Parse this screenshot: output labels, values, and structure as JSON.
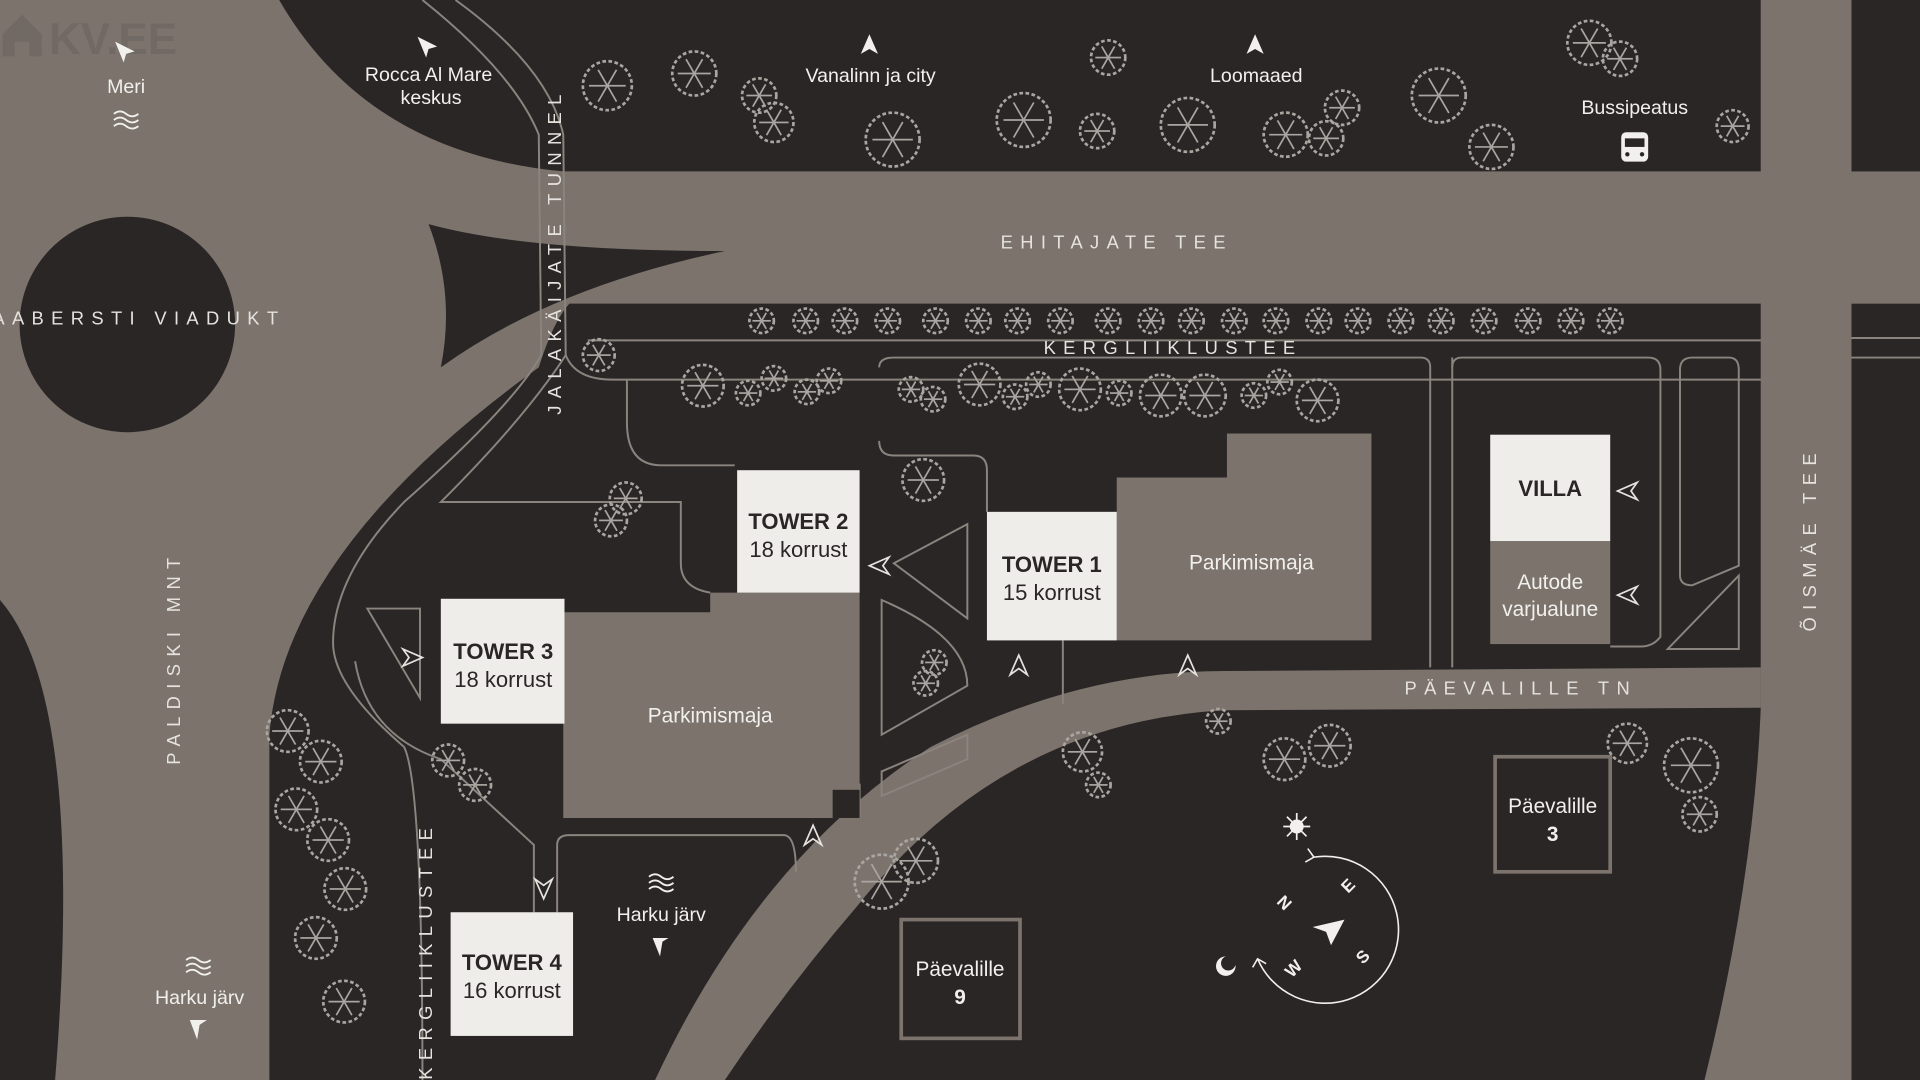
{
  "logo": {
    "text": "KV.EE"
  },
  "colors": {
    "background": "#2a2626",
    "road": "#7b736c",
    "building": "#efedea",
    "tree": "#aaa5a0",
    "text": "#f2f0ed"
  },
  "streets": {
    "haabersti": "HAABERSTI VIADUKT",
    "ehitajate": "EHITAJATE TEE",
    "kergliiklustee_top": "KERGLIIKLUSTEE",
    "kergliiklustee_left": "KERGLIIKLUSTEE",
    "jalakaijate": "JALAKÄIJATE TUNNEL",
    "paldiski": "PALDISKI MNT",
    "paevalille": "PÄEVALILLE TN",
    "oismae": "ÕISMÄE TEE"
  },
  "destinations": {
    "meri": "Meri",
    "rocca_1": "Rocca Al Mare",
    "rocca_2": "keskus",
    "vanalinn": "Vanalinn ja city",
    "loomaaed": "Loomaaed",
    "bussipeatus": "Bussipeatus",
    "harku_1": "Harku järv",
    "harku_2": "Harku järv"
  },
  "buildings": {
    "tower1": {
      "name": "TOWER 1",
      "floors": "15 korrust"
    },
    "tower2": {
      "name": "TOWER 2",
      "floors": "18 korrust"
    },
    "tower3": {
      "name": "TOWER 3",
      "floors": "18 korrust"
    },
    "tower4": {
      "name": "TOWER 4",
      "floors": "16 korrust"
    },
    "parking1": "Parkimismaja",
    "parking2": "Parkimismaja",
    "villa": "VILLA",
    "carport_1": "Autode",
    "carport_2": "varjualune",
    "paevalille3": {
      "name": "Päevalille",
      "number": "3"
    },
    "paevalille9": {
      "name": "Päevalille",
      "number": "9"
    }
  },
  "compass": {
    "n": "N",
    "e": "E",
    "s": "S",
    "w": "W"
  }
}
